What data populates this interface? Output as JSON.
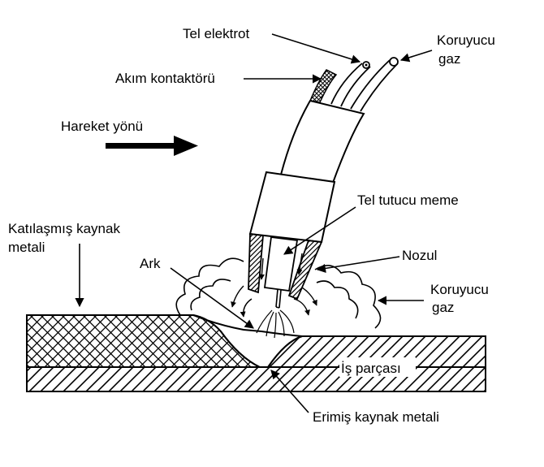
{
  "labels": {
    "tel_elektrot": "Tel elektrot",
    "koruyucu_gaz_top_1": "Koruyucu",
    "koruyucu_gaz_top_2": "gaz",
    "akim_kontaktoru": "Akım kontaktörü",
    "hareket_yonu": "Hareket yönü",
    "tel_tutucu_meme": "Tel tutucu meme",
    "katilasmis_1": "Katılaşmış kaynak",
    "katilasmis_2": "metali",
    "ark": "Ark",
    "nozul": "Nozul",
    "koruyucu_gaz_side_1": "Koruyucu",
    "koruyucu_gaz_side_2": "gaz",
    "is_parcasi": "İş parçası",
    "erimis": "Erimiş kaynak metali"
  },
  "colors": {
    "ink": "#000000",
    "paper": "#ffffff"
  }
}
